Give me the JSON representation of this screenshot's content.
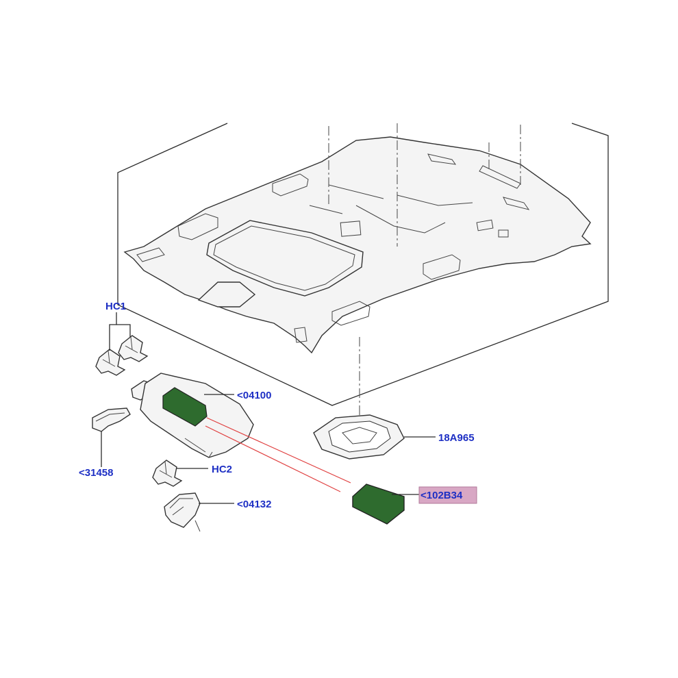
{
  "colors": {
    "label": "#1d2fc4",
    "leader": "#2b2b2b",
    "highlight_line": "#e04040",
    "mirror_fill": "#2e6b2e",
    "highlight_box": "#d8a7c4",
    "highlight_box_border": "#b07a9a"
  },
  "labels": {
    "hc1": "HC1",
    "part_04100": "<04100",
    "part_18a965": "18A965",
    "part_31458": "<31458",
    "hc2": "HC2",
    "part_04132": "<04132",
    "part_102b34": "<102B34"
  },
  "icons": {
    "headliner": "headliner-panel-icon",
    "sun_visor": "sun-visor-icon",
    "visor_mirror": "visor-mirror-icon",
    "visor_clip": "visor-clip-icon",
    "grab_handle": "grab-handle-icon",
    "dome_lamp_bezel": "dome-lamp-bezel-icon",
    "screw": "screw-icon"
  }
}
